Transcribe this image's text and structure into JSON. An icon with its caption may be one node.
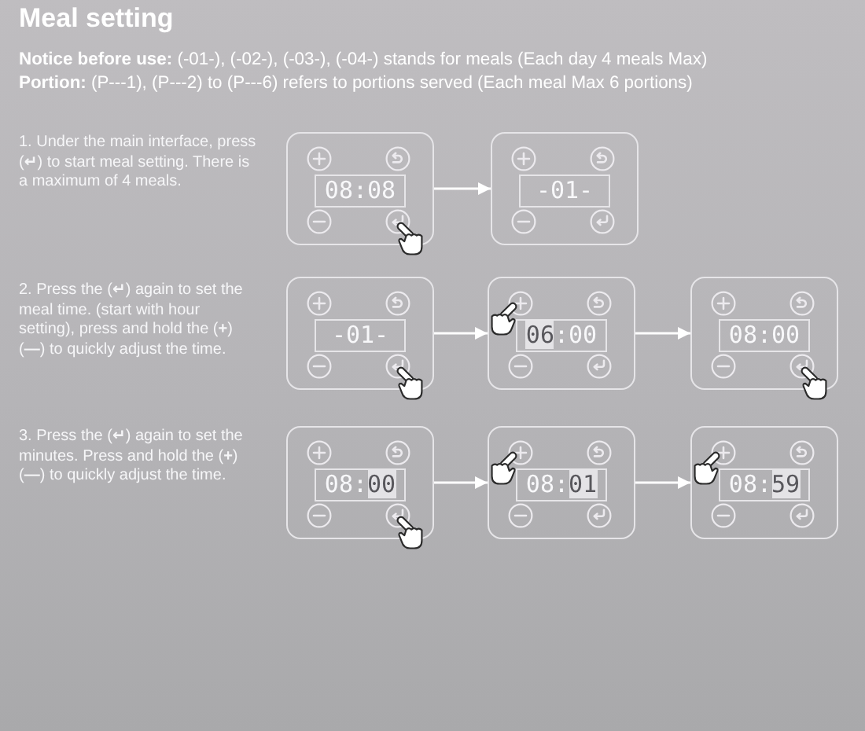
{
  "diagram": {
    "title": "Meal setting",
    "nodes": [
      {
        "text": [
          "08:08"
        ]
      },
      {
        "text": [
          "-01-"
        ]
      },
      {
        "text": [
          "-01-"
        ]
      },
      {
        "text": [
          "06:00"
        ]
      },
      {
        "text": [
          "08:00"
        ]
      },
      {
        "text": [
          "08:00"
        ]
      },
      {
        "text": [
          "08:01"
        ]
      },
      {
        "text": [
          "08:59"
        ]
      }
    ],
    "edges": [
      {
        "from": 0,
        "to": 1,
        "arrow": "to"
      },
      {
        "from": 2,
        "to": 3,
        "arrow": "to"
      },
      {
        "from": 3,
        "to": 4,
        "arrow": "to"
      },
      {
        "from": 5,
        "to": 6,
        "arrow": "to"
      },
      {
        "from": 6,
        "to": 7,
        "arrow": "to"
      }
    ],
    "labels": [
      "**Notice before use:** (-01-), (-02-), (-03-), (-04-) stands for meals (Each day 4 meals Max)",
      "**Portion:** (P---1), (P---2) to (P---6) refers to portions served (Each meal Max 6 portions)",
      "1. Under the main interface, press (**↵**) to start meal setting. There is a maximum of 4 meals.",
      "2. Press the (**↵**) again to set the meal time. (start with hour setting), press and hold the (**+**)(**—**) to quickly adjust the time.",
      "3. Press the (**↵**) again to set the minutes. Press and hold the (**+**)(**—**) to quickly adjust the time."
    ]
  }
}
